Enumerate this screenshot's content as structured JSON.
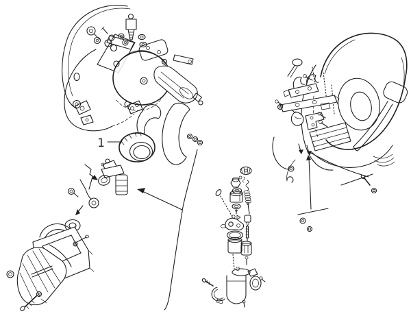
{
  "figure": {
    "kind": "exploded-parts-line-diagram",
    "background_color": "#ffffff",
    "line_color": "#1f1f1f",
    "callouts": [
      {
        "label": "1"
      }
    ],
    "part_groups": [
      "left-engine-assembly",
      "spark-plug",
      "seal-ring",
      "fuel-tap-assembly",
      "fork-lever",
      "air-filter-assembly",
      "carburetor-exploded-column",
      "carburetor-body",
      "right-engine-assembly",
      "fan-cowl",
      "kickstart-pedal",
      "leader-lines"
    ]
  }
}
